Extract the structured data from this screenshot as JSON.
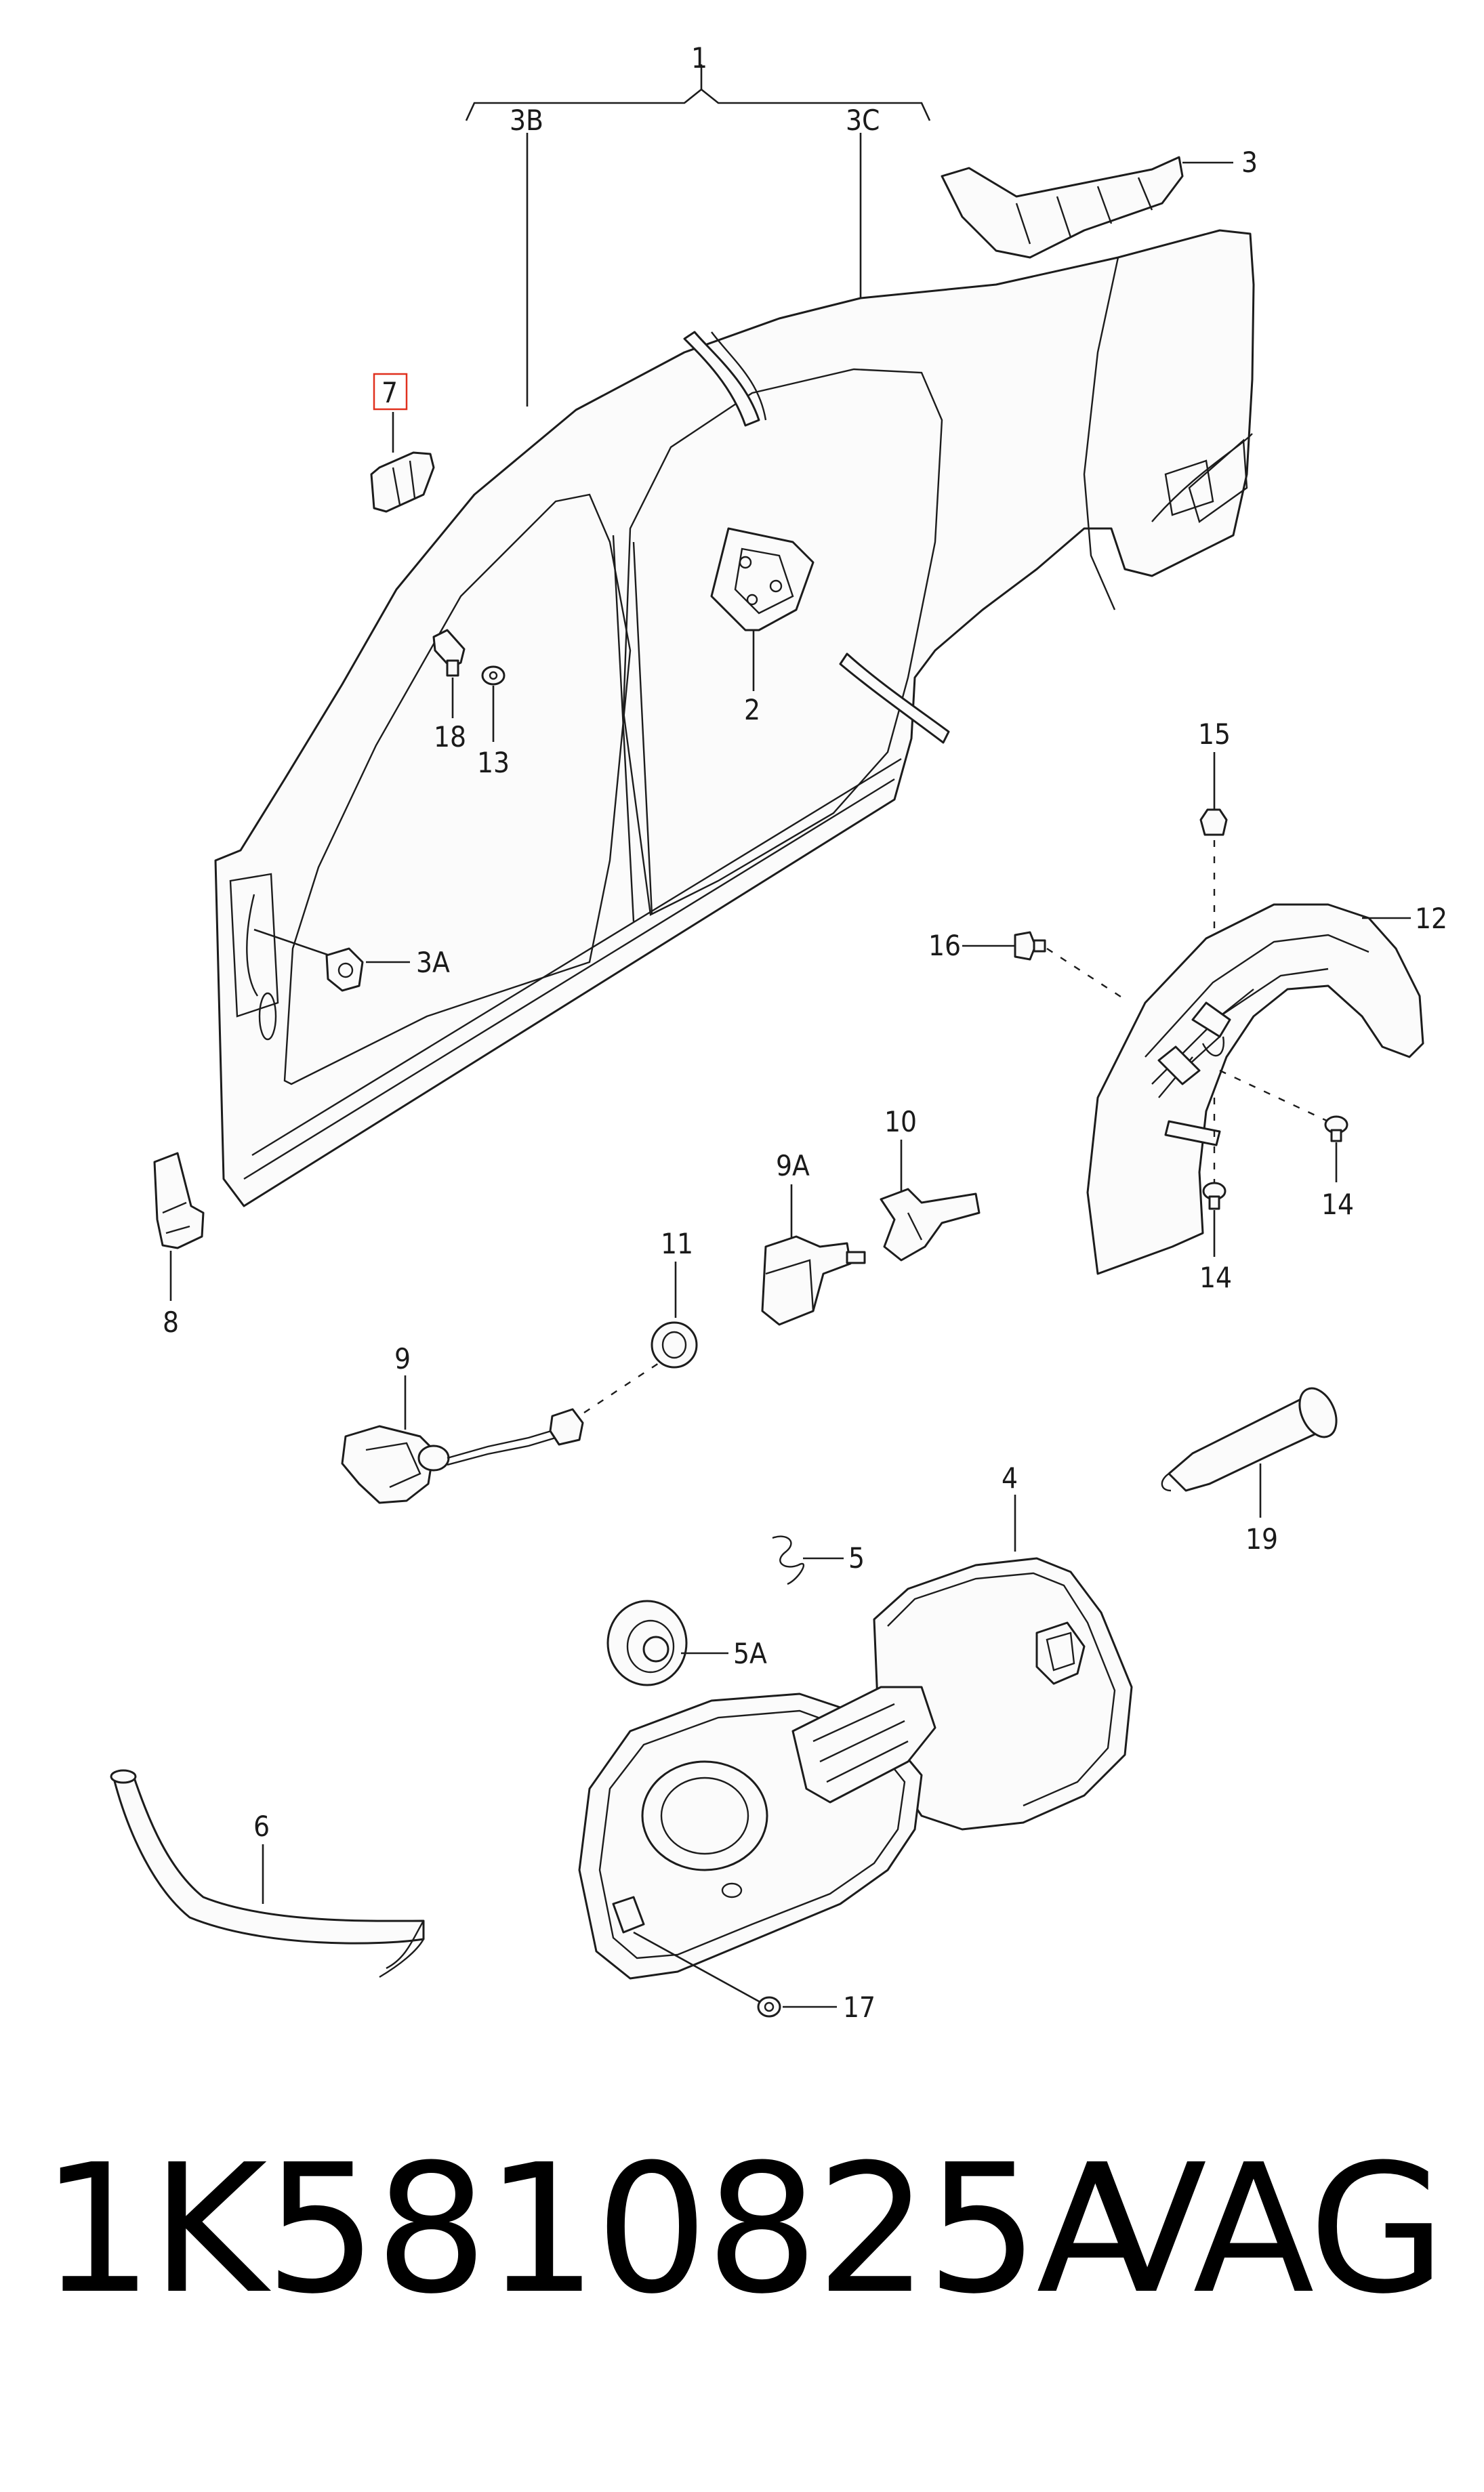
{
  "callouts": {
    "c1": "1",
    "c3b": "3B",
    "c3c": "3C",
    "c3": "3",
    "c7": "7",
    "c18": "18",
    "c13": "13",
    "c2": "2",
    "c3a": "3A",
    "c15": "15",
    "c12": "12",
    "c16": "16",
    "c14a": "14",
    "c14b": "14",
    "c8": "8",
    "c10": "10",
    "c9a": "9A",
    "c11": "11",
    "c9": "9",
    "c19": "19",
    "c4": "4",
    "c5": "5",
    "c5a": "5A",
    "c6": "6",
    "c17": "17"
  },
  "highlight_callout": "7",
  "footer": {
    "part_number": "1K5810825A",
    "brand": "VAG"
  }
}
